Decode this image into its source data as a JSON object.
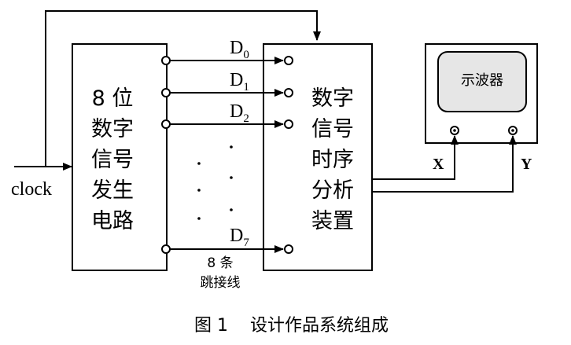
{
  "input": {
    "clock_label": "clock"
  },
  "generator": {
    "lines": [
      "8 位",
      "数字",
      "信号",
      "发生",
      "电路"
    ]
  },
  "analyzer": {
    "lines": [
      "数字",
      "信号",
      "时序",
      "分析",
      "装置"
    ]
  },
  "oscilloscope": {
    "label": "示波器",
    "x_label": "X",
    "y_label": "Y"
  },
  "data_lines": [
    {
      "name": "D",
      "sub": "0"
    },
    {
      "name": "D",
      "sub": "1"
    },
    {
      "name": "D",
      "sub": "2"
    },
    {
      "name": "D",
      "sub": "7"
    }
  ],
  "jumper_note": {
    "line1": "8 条",
    "line2": "跳接线"
  },
  "caption": {
    "figure": "图 1",
    "title": "设计作品系统组成"
  },
  "colors": {
    "stroke": "#000000",
    "screen_fill": "#e6e6e6"
  }
}
